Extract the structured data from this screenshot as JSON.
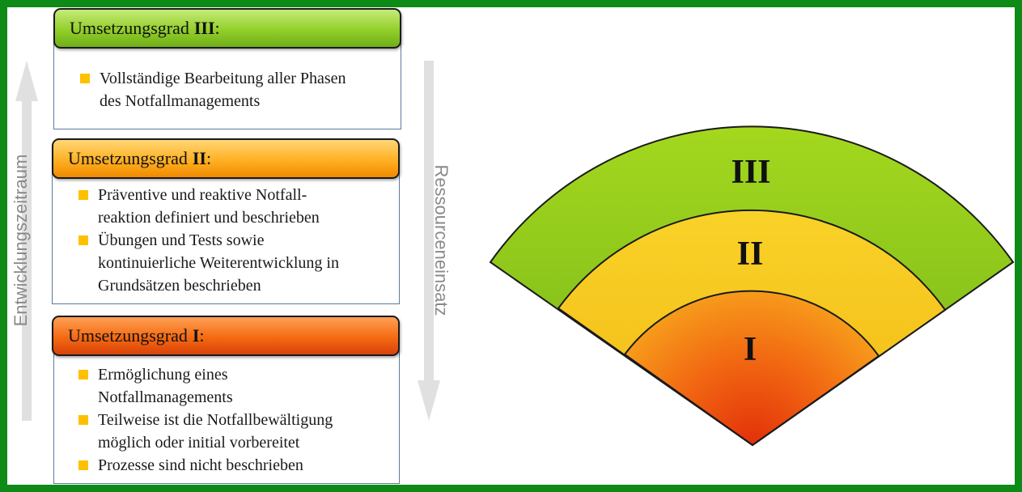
{
  "left_axis_label": "Entwicklungszeitraum",
  "right_axis_label": "Ressourceneinsatz",
  "levels": [
    {
      "header_prefix": "Umsetzungsgrad",
      "numeral": "III",
      "bullets": [
        "Vollständige Bearbeitung aller Phasen des Notfallmanagements"
      ],
      "bullet_lines": [
        [
          "Vollständige Bearbeitung aller Phasen",
          "des Notfallmanagements"
        ]
      ]
    },
    {
      "header_prefix": "Umsetzungsgrad",
      "numeral": "II",
      "bullets": [
        "Präventive und reaktive Notfallreaktion definiert und beschrieben",
        "Übungen und Tests sowie kontinuierliche Weiterentwicklung in Grundsätzen beschrieben"
      ],
      "bullet_lines": [
        [
          "Präventive und reaktive Notfall-",
          "reaktion definiert und beschrieben"
        ],
        [
          "Übungen und Tests sowie",
          "kontinuierliche Weiterentwicklung in",
          "Grundsätzen beschrieben"
        ]
      ]
    },
    {
      "header_prefix": "Umsetzungsgrad",
      "numeral": "I",
      "bullets": [
        "Ermöglichung eines Notfallmanagements",
        "Teilweise ist die Notfallbewältigung möglich oder initial vorbereitet",
        "Prozesse sind nicht beschrieben"
      ],
      "bullet_lines": [
        [
          "Ermöglichung eines",
          "Notfallmanagements"
        ],
        [
          "Teilweise ist die Notfallbewältigung",
          "möglich oder initial vorbereitet"
        ],
        [
          "Prozesse sind nicht beschrieben"
        ]
      ]
    }
  ],
  "fan_labels": [
    "III",
    "II",
    "I"
  ],
  "colors": {
    "border": "#0e8a16",
    "green": "#8cc81e",
    "yellow": "#f7c81a",
    "orange": "#f07d12",
    "bullet": "#ffc000",
    "arrow": "#e0e0e0"
  }
}
